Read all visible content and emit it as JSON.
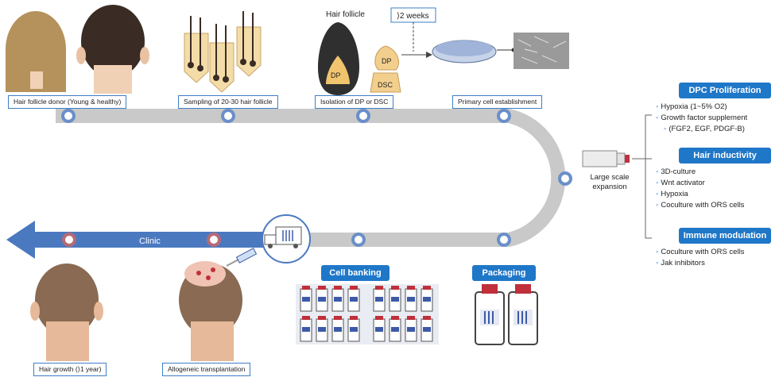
{
  "top_stages": [
    "Hair follicle donor (Young & healthy)",
    "Sampling of 20-30 hair follicle",
    "Isolation of DP or DSC",
    "Primary cell establishment"
  ],
  "follicle": {
    "title": "Hair follicle",
    "dp": "DP",
    "dsc": "DSC"
  },
  "duration": "⟩2 weeks",
  "expansion_label": "Large scale\nexpansion",
  "clinic_label": "Clinic",
  "bottom_stages": [
    "Hair growth (⟩1 year)",
    "Allogeneic transplantation"
  ],
  "cell_banking": "Cell banking",
  "packaging": "Packaging",
  "panels": [
    {
      "title": "DPC Proliferation",
      "items": [
        "Hypoxia (1~5% O2)",
        "Growth factor supplement",
        "(FGF2, EGF, PDGF-B)"
      ]
    },
    {
      "title": "Hair inductivity",
      "items": [
        "3D-culture",
        "Wnt activator",
        "Hypoxia",
        "Coculture with ORS cells"
      ]
    },
    {
      "title": "Immune modulation",
      "items": [
        "Coculture with ORS cells",
        "Jak inhibitors"
      ]
    }
  ],
  "colors": {
    "track": "#c9c9c9",
    "node_blue": "#6a8fc9",
    "node_red": "#b56a78",
    "arrow": "#4b79c0",
    "header": "#1f77c8",
    "vial_stripe": "#3d5aa8"
  }
}
